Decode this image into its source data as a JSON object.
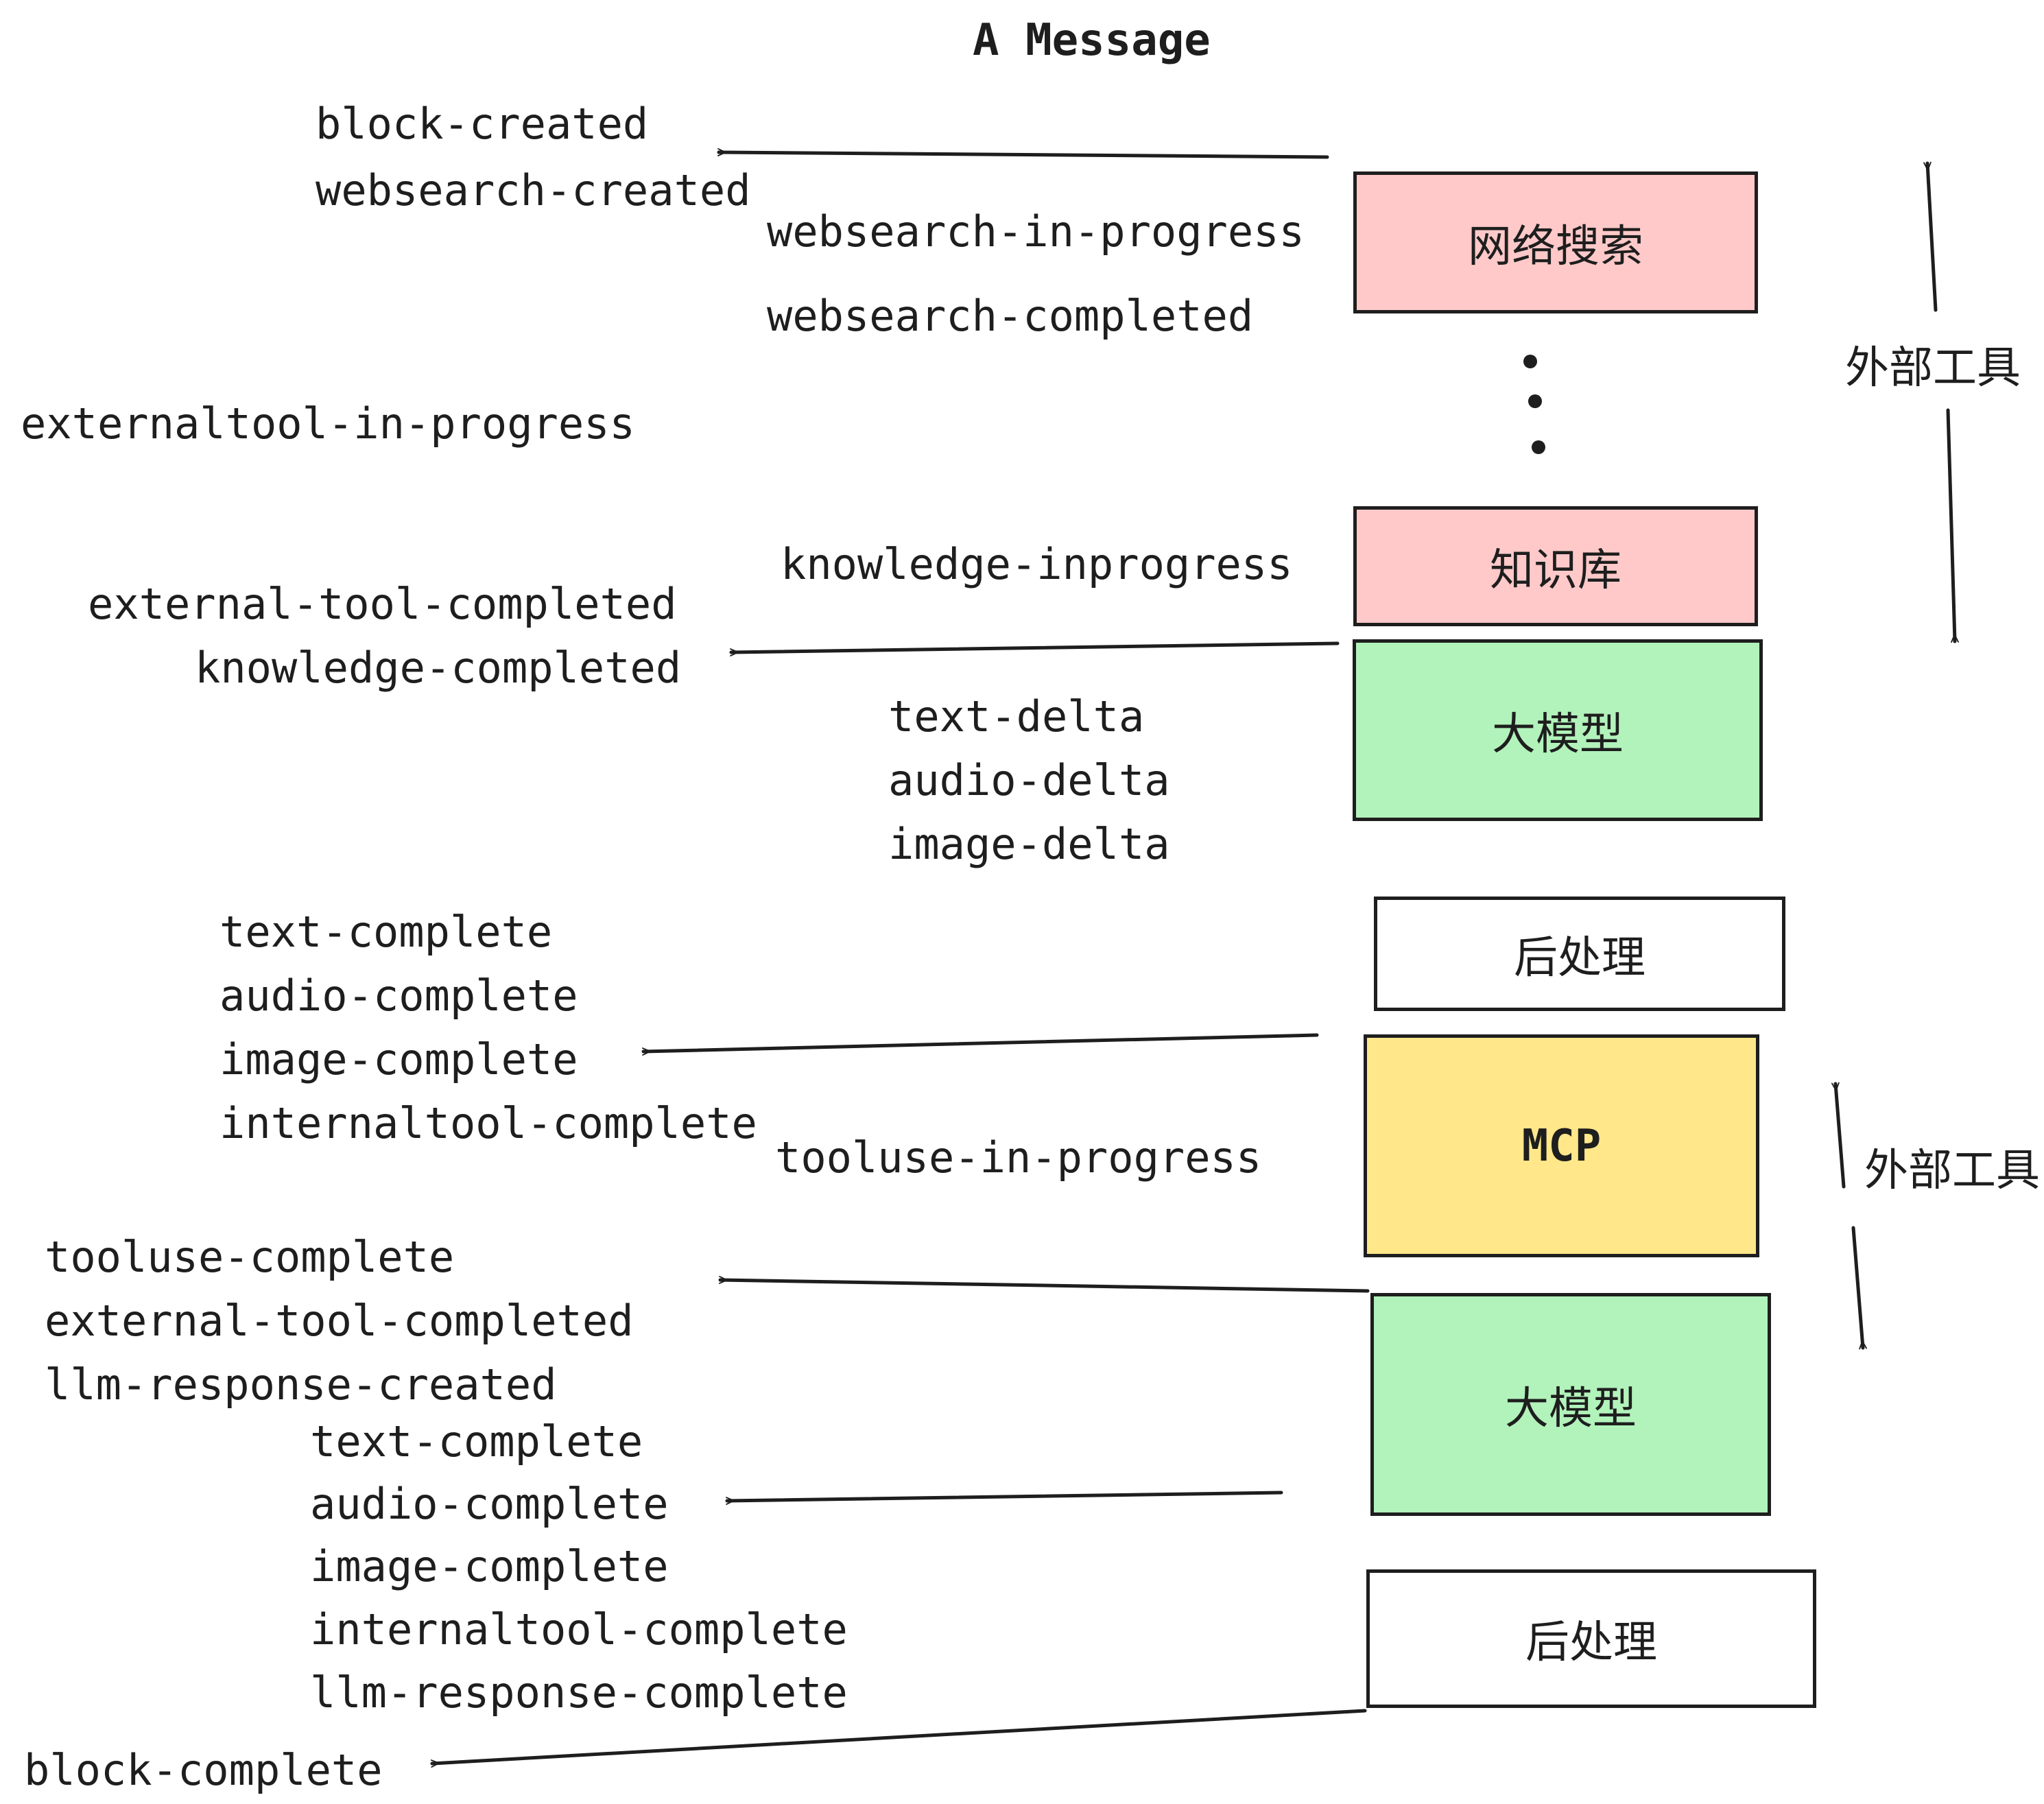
{
  "title": "A Message",
  "colors": {
    "pink": "#ffc9c9",
    "green": "#b2f2bb",
    "yellow": "#ffe78a",
    "white": "#ffffff",
    "stroke": "#1e1e1e"
  },
  "boxes": [
    {
      "id": "websearch",
      "label": "网络搜索"
    },
    {
      "id": "knowledge",
      "label": "知识库"
    },
    {
      "id": "llm-1",
      "label": "大模型"
    },
    {
      "id": "postprocess-1",
      "label": "后处理"
    },
    {
      "id": "mcp",
      "label": "MCP"
    },
    {
      "id": "llm-2",
      "label": "大模型"
    },
    {
      "id": "postprocess-2",
      "label": "后处理"
    }
  ],
  "side_labels": [
    {
      "id": "external-tools-top",
      "label": "外部工具"
    },
    {
      "id": "external-tools-bottom",
      "label": "外部工具"
    }
  ],
  "events": [
    {
      "text": "block-created"
    },
    {
      "text": "websearch-created"
    },
    {
      "text": "websearch-in-progress"
    },
    {
      "text": "websearch-completed"
    },
    {
      "text": "externaltool-in-progress"
    },
    {
      "text": "knowledge-inprogress"
    },
    {
      "text": "external-tool-completed"
    },
    {
      "text": "knowledge-completed"
    },
    {
      "text": "text-delta"
    },
    {
      "text": "audio-delta"
    },
    {
      "text": "image-delta"
    },
    {
      "text": "text-complete"
    },
    {
      "text": "audio-complete"
    },
    {
      "text": "image-complete"
    },
    {
      "text": "internaltool-complete"
    },
    {
      "text": "tooluse-in-progress"
    },
    {
      "text": "tooluse-complete"
    },
    {
      "text": "external-tool-completed"
    },
    {
      "text": "llm-response-created"
    },
    {
      "text": "text-complete"
    },
    {
      "text": "audio-complete"
    },
    {
      "text": "image-complete"
    },
    {
      "text": "internaltool-complete"
    },
    {
      "text": "llm-response-complete"
    },
    {
      "text": "block-complete"
    }
  ]
}
